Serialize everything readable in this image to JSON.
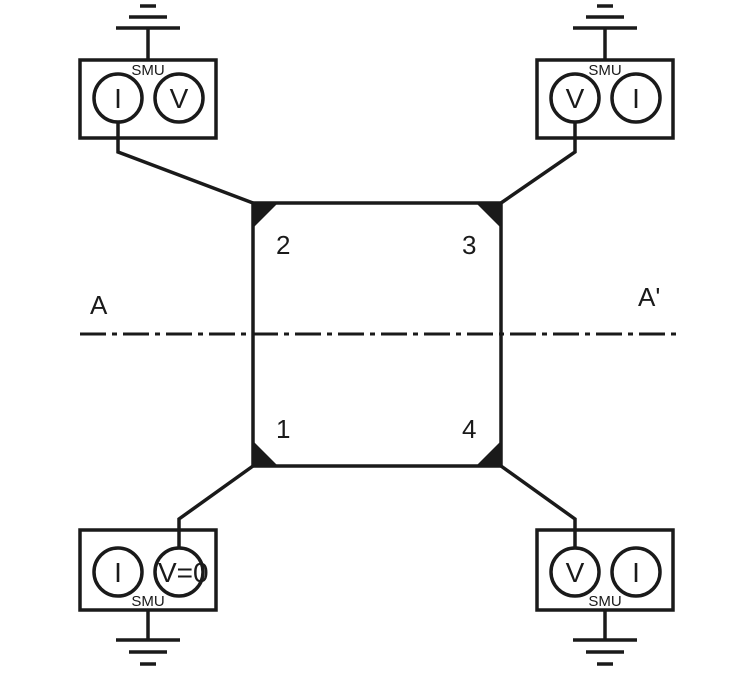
{
  "section_line": {
    "left_label": "A",
    "right_label": "A'"
  },
  "sample": {
    "contacts": [
      {
        "id": "contact-2",
        "label": "2"
      },
      {
        "id": "contact-3",
        "label": "3"
      },
      {
        "id": "contact-1",
        "label": "1"
      },
      {
        "id": "contact-4",
        "label": "4"
      }
    ]
  },
  "smus": [
    {
      "position": "top-left",
      "label": "SMU",
      "meters": [
        "I",
        "V"
      ]
    },
    {
      "position": "top-right",
      "label": "SMU",
      "meters": [
        "V",
        "I"
      ]
    },
    {
      "position": "bottom-left",
      "label": "SMU",
      "meters": [
        "I",
        "V=0"
      ]
    },
    {
      "position": "bottom-right",
      "label": "SMU",
      "meters": [
        "V",
        "I"
      ]
    }
  ],
  "colors": {
    "ink": "#1a1a1a",
    "background": "#ffffff"
  }
}
